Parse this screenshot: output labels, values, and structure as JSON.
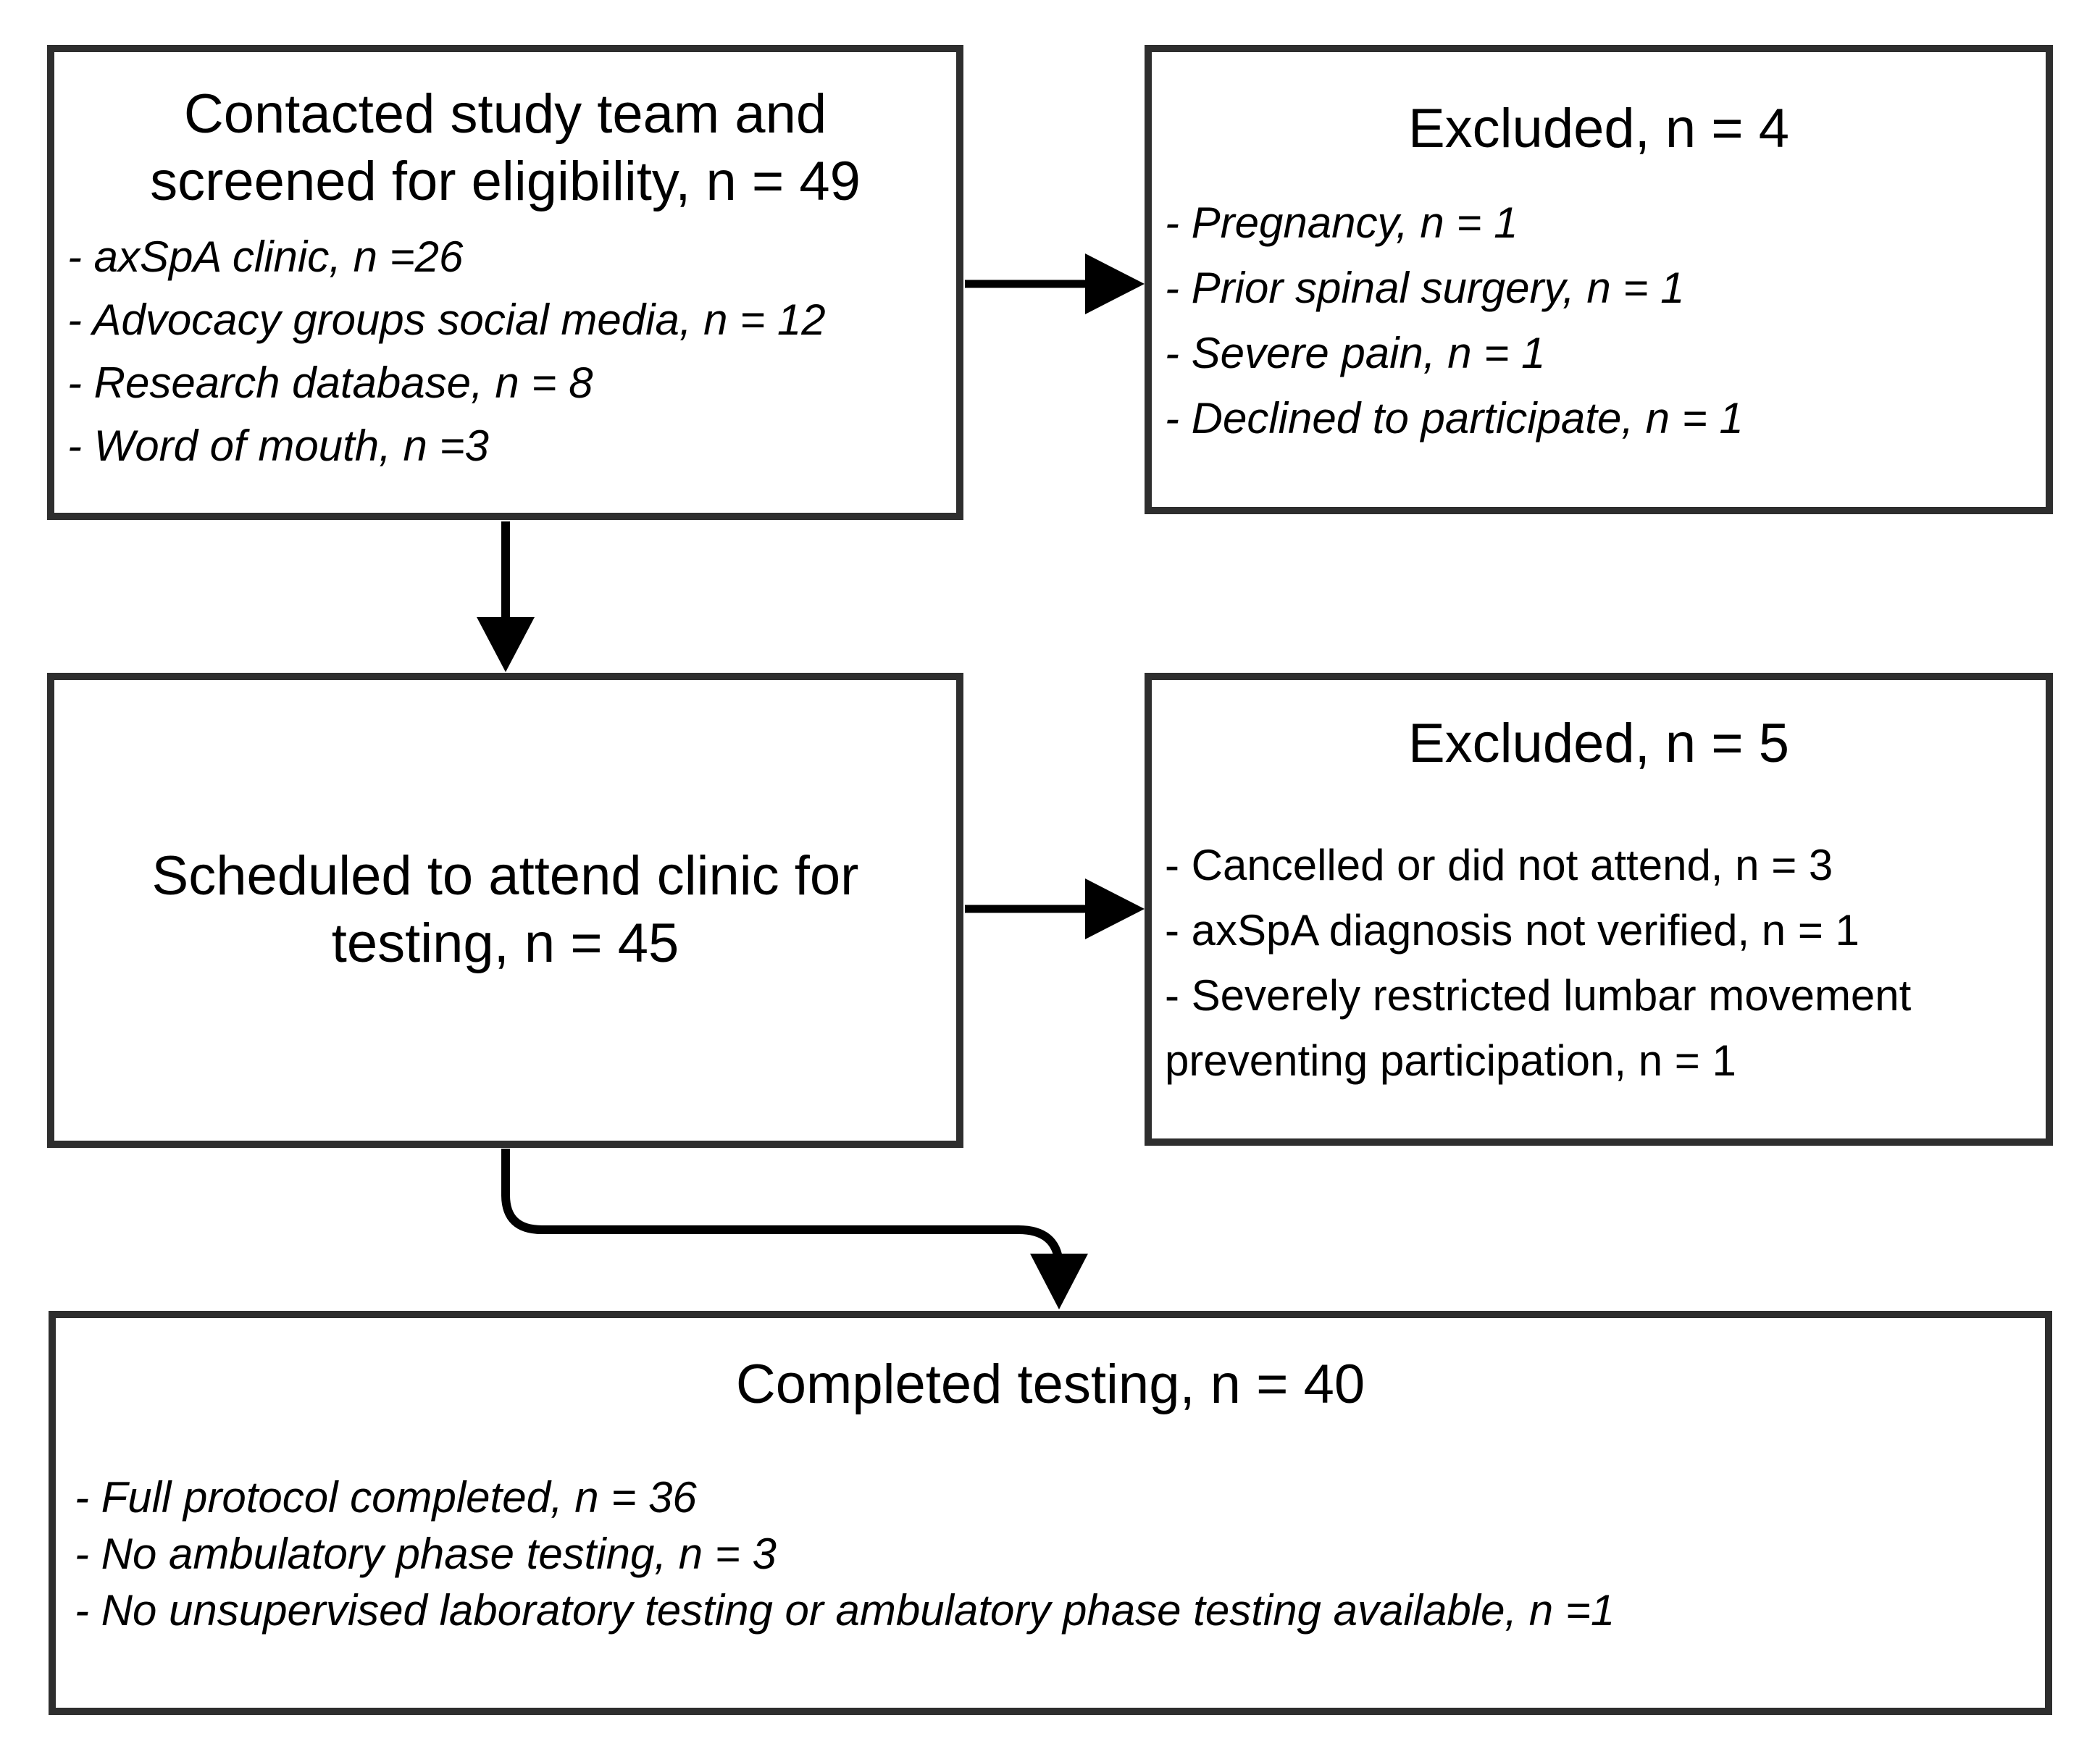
{
  "diagram": {
    "type": "participant-flow-chart",
    "colors": {
      "background": "#ffffff",
      "box_border": "#2e2e2e",
      "arrow": "#000000",
      "text": "#000000"
    },
    "boxes": {
      "screened": {
        "title": "Contacted study team and screened for eligibility, n = 49",
        "bullets": [
          "- axSpA clinic, n =26",
          "- Advocacy groups social media, n = 12",
          "- Research database, n = 8",
          "- Word of mouth, n =3"
        ]
      },
      "excluded_screening": {
        "title": "Excluded, n = 4",
        "bullets": [
          "- Pregnancy, n = 1",
          "- Prior spinal surgery, n = 1",
          "- Severe pain, n = 1",
          "- Declined to participate, n = 1"
        ]
      },
      "scheduled": {
        "title": "Scheduled to attend clinic for testing, n = 45"
      },
      "excluded_scheduling": {
        "title": "Excluded, n = 5",
        "bullets": [
          "- Cancelled or did not attend, n = 3",
          "- axSpA diagnosis not verified, n = 1",
          "- Severely restricted lumbar movement preventing participation, n = 1"
        ]
      },
      "completed": {
        "title": "Completed testing, n = 40",
        "bullets": [
          "- Full protocol completed, n = 36",
          "- No ambulatory phase testing, n = 3",
          "- No unsupervised laboratory testing or ambulatory phase testing available, n =1"
        ]
      }
    }
  }
}
